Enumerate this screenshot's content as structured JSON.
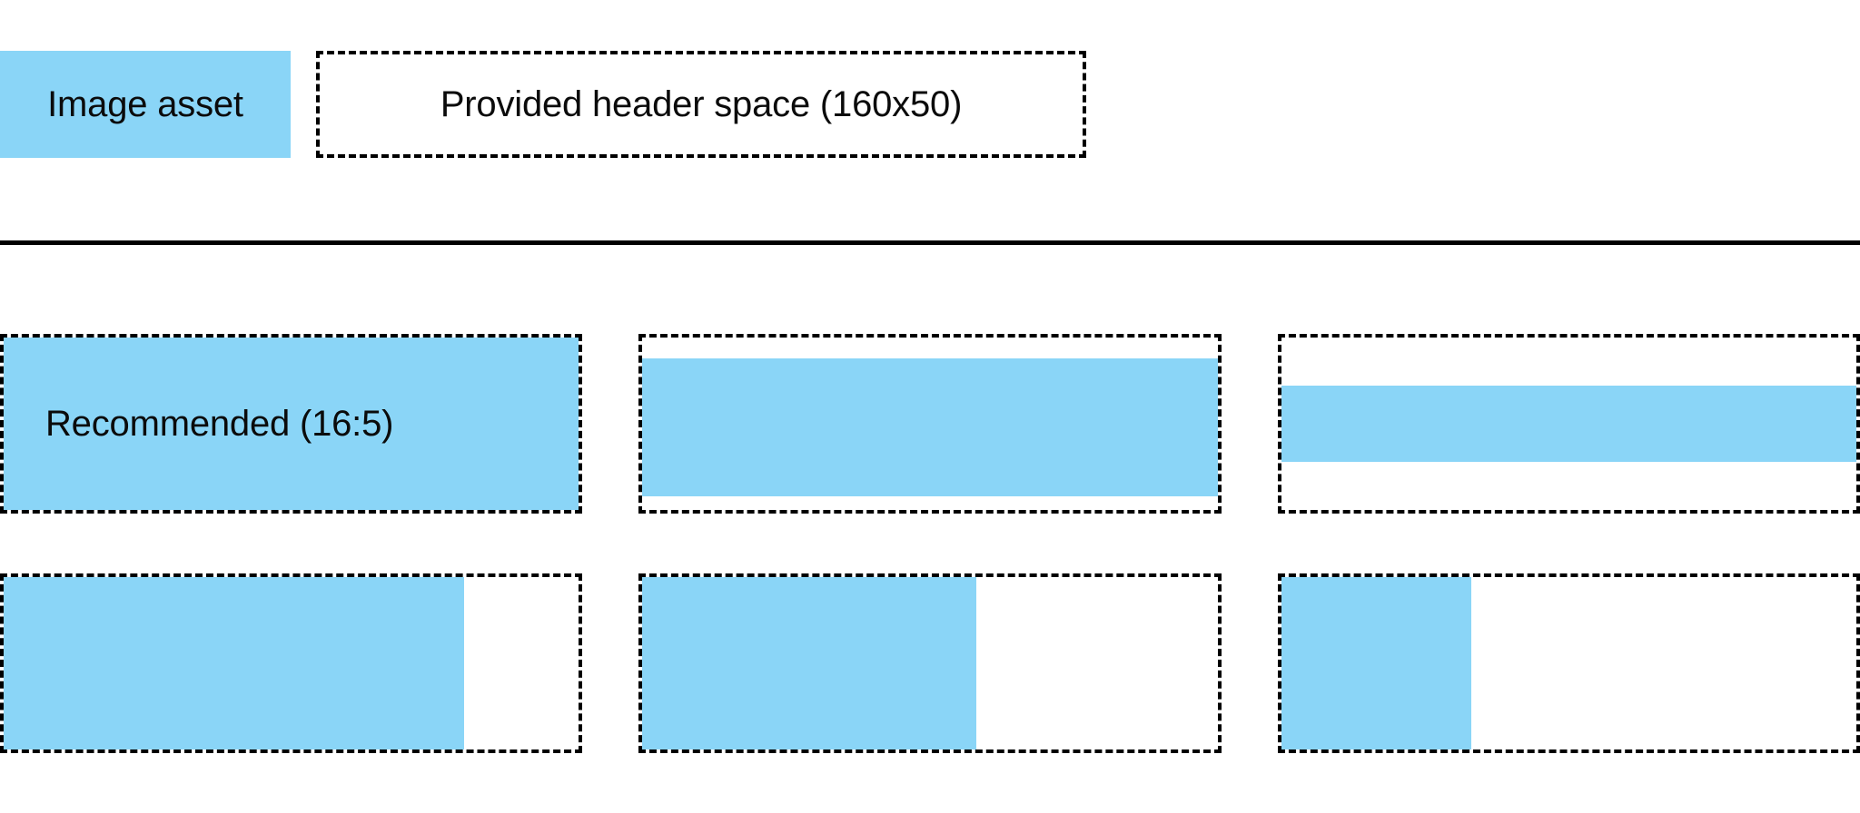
{
  "colors": {
    "accent": "#8ad5f7",
    "outline": "#000000",
    "background": "#ffffff",
    "text": "#000000"
  },
  "legend": {
    "swatch_label": "Image asset",
    "space_label": "Provided header space (160x50)"
  },
  "examples": {
    "rows": [
      {
        "cells": [
          {
            "label": "Recommended (16:5)",
            "fill": {
              "left_pct": 0,
              "top_pct": 0,
              "width_pct": 100,
              "height_pct": 100
            }
          },
          {
            "label": "",
            "fill": {
              "left_pct": 0,
              "top_pct": 12,
              "width_pct": 100,
              "height_pct": 80
            }
          },
          {
            "label": "",
            "fill": {
              "left_pct": 0,
              "top_pct": 28,
              "width_pct": 100,
              "height_pct": 44
            }
          }
        ]
      },
      {
        "cells": [
          {
            "label": "",
            "fill": {
              "left_pct": 0,
              "top_pct": 0,
              "width_pct": 80,
              "height_pct": 100
            }
          },
          {
            "label": "",
            "fill": {
              "left_pct": 0,
              "top_pct": 0,
              "width_pct": 58,
              "height_pct": 100
            }
          },
          {
            "label": "",
            "fill": {
              "left_pct": 0,
              "top_pct": 0,
              "width_pct": 33,
              "height_pct": 100
            }
          }
        ]
      }
    ]
  }
}
